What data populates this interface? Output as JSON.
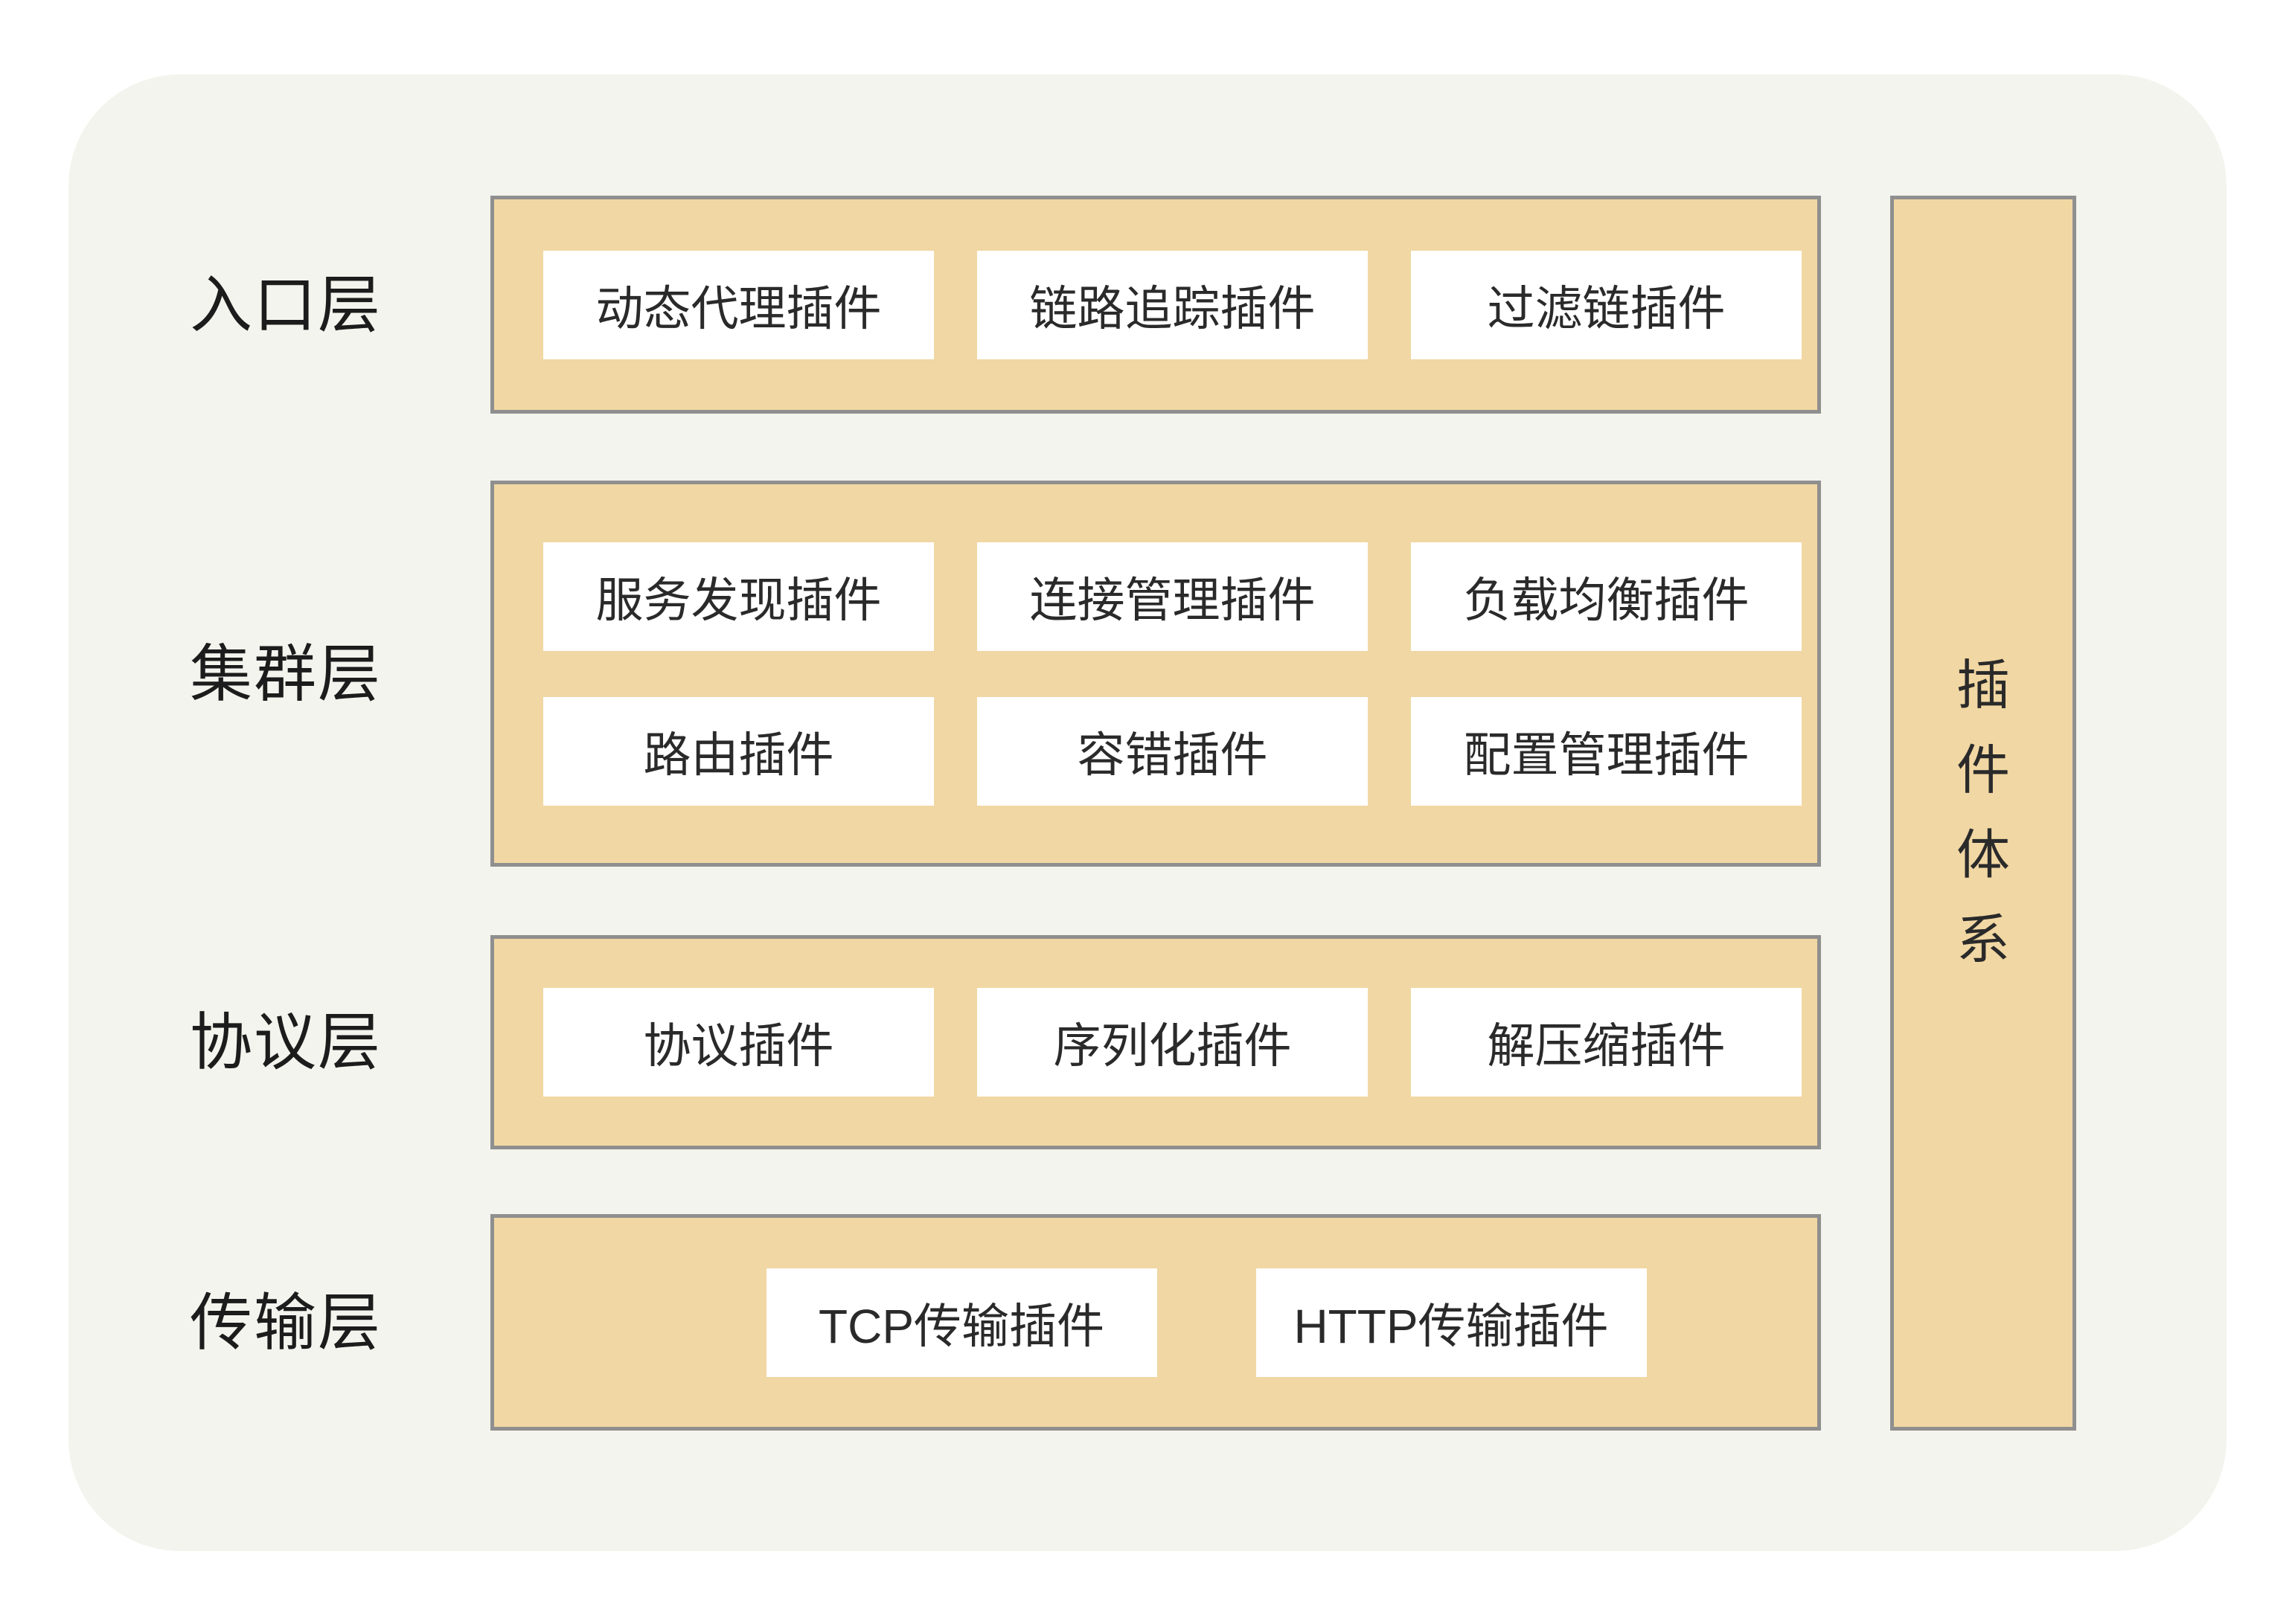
{
  "colors": {
    "page_background": "#ffffff",
    "panel_fill": "#f4f4ee",
    "band_fill": "#f1d7a3",
    "band_border": "#8f8f8f",
    "box_fill": "#ffffff",
    "label_text": "#1c1c1c",
    "box_text": "#2a2a2a"
  },
  "layers": [
    {
      "label": "入口层",
      "rows": [
        [
          "动态代理插件",
          "链路追踪插件",
          "过滤链插件"
        ]
      ]
    },
    {
      "label": "集群层",
      "rows": [
        [
          "服务发现插件",
          "连接管理插件",
          "负载均衡插件"
        ],
        [
          "路由插件",
          "容错插件",
          "配置管理插件"
        ]
      ]
    },
    {
      "label": "协议层",
      "rows": [
        [
          "协议插件",
          "序列化插件",
          "解压缩插件"
        ]
      ]
    },
    {
      "label": "传输层",
      "rows": [
        [
          "TCP传输插件",
          "HTTP传输插件"
        ]
      ]
    }
  ],
  "sidebar": {
    "label": "插件体系",
    "chars": [
      "插",
      "件",
      "体",
      "系"
    ]
  }
}
